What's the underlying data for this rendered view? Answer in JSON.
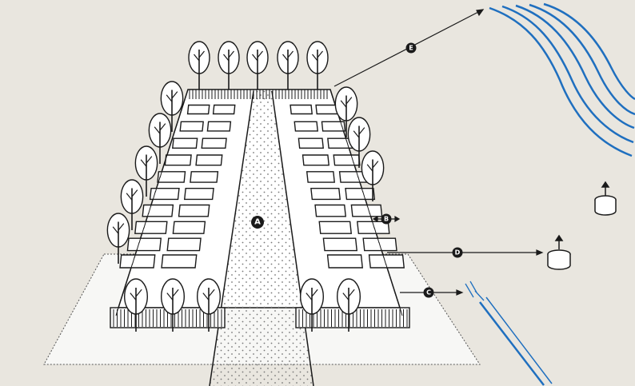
{
  "diagram": {
    "markers": {
      "a": "A",
      "b": "B",
      "c": "C",
      "d": "D",
      "e": "E"
    },
    "colors": {
      "background": "#e9e6df",
      "ink": "#1a1a1a",
      "water": "#1f6fbf",
      "ground": "#f7f7f5"
    },
    "icons": [
      "tree-icon",
      "well-icon",
      "river-icon",
      "grave-plot-icon",
      "fence-icon"
    ]
  }
}
